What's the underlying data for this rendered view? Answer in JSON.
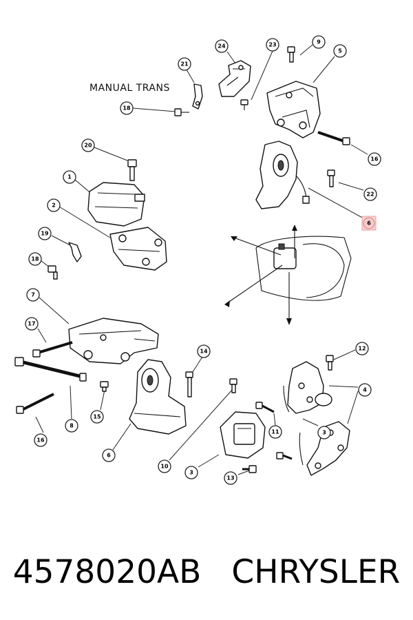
{
  "diagram": {
    "annotation": "MANUAL TRANS",
    "callouts": {
      "c24": "24",
      "c23": "23",
      "c9": "9",
      "c5": "5",
      "c21": "21",
      "c18a": "18",
      "c20": "20",
      "c16a": "16",
      "c22": "22",
      "c6a": "6",
      "c1": "1",
      "c2": "2",
      "c19": "19",
      "c18b": "18",
      "c7": "7",
      "c17": "17",
      "c14": "14",
      "c12": "12",
      "c4": "4",
      "c15": "15",
      "c8": "8",
      "c16b": "16",
      "c6b": "6",
      "c10": "10",
      "c11": "11",
      "c3a": "3",
      "c3b": "3",
      "c13": "13"
    }
  },
  "footer": {
    "part_number": "4578020AB",
    "brand": "CHRYSLER"
  }
}
